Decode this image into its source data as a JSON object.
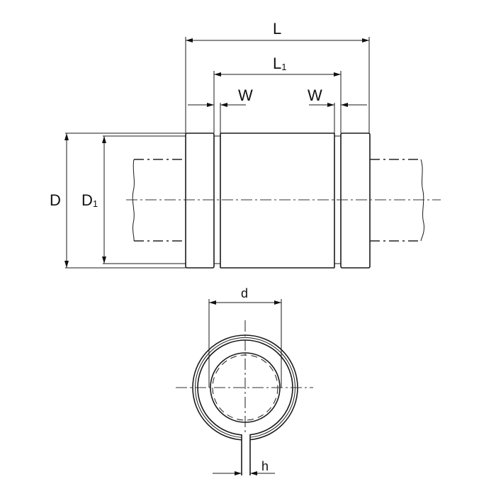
{
  "labels": {
    "L": "L",
    "L1_main": "L",
    "L1_sub": "1",
    "W_left": "W",
    "W_right": "W",
    "D": "D",
    "D1_main": "D",
    "D1_sub": "1",
    "d": "d",
    "h": "h"
  }
}
